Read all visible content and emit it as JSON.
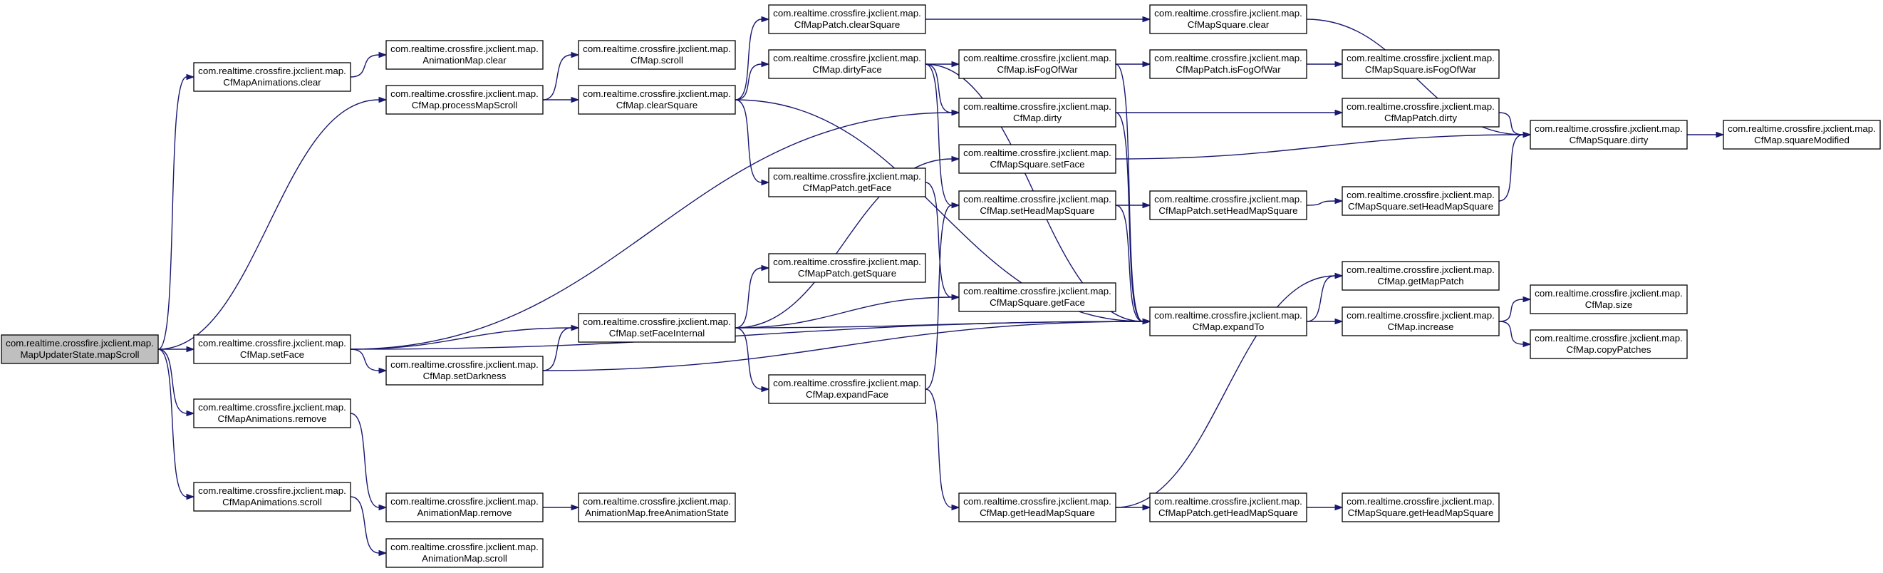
{
  "colors": {
    "node_fill": "#ffffff",
    "root_fill": "#bfbfbf",
    "node_stroke": "#000000",
    "edge": "#191970",
    "text": "#000000"
  },
  "nodes": [
    {
      "id": "root",
      "line1": "com.realtime.crossfire.jxclient.map.",
      "line2": "MapUpdaterState.mapScroll",
      "root": true
    },
    {
      "id": "anim_clear",
      "line1": "com.realtime.crossfire.jxclient.map.",
      "line2": "CfMapAnimations.clear"
    },
    {
      "id": "setface",
      "line1": "com.realtime.crossfire.jxclient.map.",
      "line2": "CfMap.setFace"
    },
    {
      "id": "anim_remove",
      "line1": "com.realtime.crossfire.jxclient.map.",
      "line2": "CfMapAnimations.remove"
    },
    {
      "id": "anim_scroll",
      "line1": "com.realtime.crossfire.jxclient.map.",
      "line2": "CfMapAnimations.scroll"
    },
    {
      "id": "animmap_clear",
      "line1": "com.realtime.crossfire.jxclient.map.",
      "line2": "AnimationMap.clear"
    },
    {
      "id": "process",
      "line1": "com.realtime.crossfire.jxclient.map.",
      "line2": "CfMap.processMapScroll"
    },
    {
      "id": "setdark",
      "line1": "com.realtime.crossfire.jxclient.map.",
      "line2": "CfMap.setDarkness"
    },
    {
      "id": "animmap_remove",
      "line1": "com.realtime.crossfire.jxclient.map.",
      "line2": "AnimationMap.remove"
    },
    {
      "id": "animmap_scroll",
      "line1": "com.realtime.crossfire.jxclient.map.",
      "line2": "AnimationMap.scroll"
    },
    {
      "id": "map_scroll",
      "line1": "com.realtime.crossfire.jxclient.map.",
      "line2": "CfMap.scroll"
    },
    {
      "id": "clearsq",
      "line1": "com.realtime.crossfire.jxclient.map.",
      "line2": "CfMap.clearSquare"
    },
    {
      "id": "setfaceint",
      "line1": "com.realtime.crossfire.jxclient.map.",
      "line2": "CfMap.setFaceInternal"
    },
    {
      "id": "freeanim",
      "line1": "com.realtime.crossfire.jxclient.map.",
      "line2": "AnimationMap.freeAnimationState"
    },
    {
      "id": "patch_clearsq",
      "line1": "com.realtime.crossfire.jxclient.map.",
      "line2": "CfMapPatch.clearSquare"
    },
    {
      "id": "dirtyface",
      "line1": "com.realtime.crossfire.jxclient.map.",
      "line2": "CfMap.dirtyFace"
    },
    {
      "id": "patch_getface",
      "line1": "com.realtime.crossfire.jxclient.map.",
      "line2": "CfMapPatch.getFace"
    },
    {
      "id": "patch_getsq",
      "line1": "com.realtime.crossfire.jxclient.map.",
      "line2": "CfMapPatch.getSquare"
    },
    {
      "id": "expandface",
      "line1": "com.realtime.crossfire.jxclient.map.",
      "line2": "CfMap.expandFace"
    },
    {
      "id": "isfog",
      "line1": "com.realtime.crossfire.jxclient.map.",
      "line2": "CfMap.isFogOfWar"
    },
    {
      "id": "map_dirty",
      "line1": "com.realtime.crossfire.jxclient.map.",
      "line2": "CfMap.dirty"
    },
    {
      "id": "sq_setface",
      "line1": "com.realtime.crossfire.jxclient.map.",
      "line2": "CfMapSquare.setFace"
    },
    {
      "id": "sethead",
      "line1": "com.realtime.crossfire.jxclient.map.",
      "line2": "CfMap.setHeadMapSquare"
    },
    {
      "id": "sq_getface",
      "line1": "com.realtime.crossfire.jxclient.map.",
      "line2": "CfMapSquare.getFace"
    },
    {
      "id": "gethead",
      "line1": "com.realtime.crossfire.jxclient.map.",
      "line2": "CfMap.getHeadMapSquare"
    },
    {
      "id": "sq_clear",
      "line1": "com.realtime.crossfire.jxclient.map.",
      "line2": "CfMapSquare.clear"
    },
    {
      "id": "patch_isfog",
      "line1": "com.realtime.crossfire.jxclient.map.",
      "line2": "CfMapPatch.isFogOfWar"
    },
    {
      "id": "patch_sethead",
      "line1": "com.realtime.crossfire.jxclient.map.",
      "line2": "CfMapPatch.setHeadMapSquare"
    },
    {
      "id": "expandto",
      "line1": "com.realtime.crossfire.jxclient.map.",
      "line2": "CfMap.expandTo"
    },
    {
      "id": "patch_gethead",
      "line1": "com.realtime.crossfire.jxclient.map.",
      "line2": "CfMapPatch.getHeadMapSquare"
    },
    {
      "id": "sq_isfog",
      "line1": "com.realtime.crossfire.jxclient.map.",
      "line2": "CfMapSquare.isFogOfWar"
    },
    {
      "id": "patch_dirty",
      "line1": "com.realtime.crossfire.jxclient.map.",
      "line2": "CfMapPatch.dirty"
    },
    {
      "id": "sq_sethead",
      "line1": "com.realtime.crossfire.jxclient.map.",
      "line2": "CfMapSquare.setHeadMapSquare"
    },
    {
      "id": "getpatch",
      "line1": "com.realtime.crossfire.jxclient.map.",
      "line2": "CfMap.getMapPatch"
    },
    {
      "id": "increase",
      "line1": "com.realtime.crossfire.jxclient.map.",
      "line2": "CfMap.increase"
    },
    {
      "id": "sq_gethead",
      "line1": "com.realtime.crossfire.jxclient.map.",
      "line2": "CfMapSquare.getHeadMapSquare"
    },
    {
      "id": "sq_dirty",
      "line1": "com.realtime.crossfire.jxclient.map.",
      "line2": "CfMapSquare.dirty"
    },
    {
      "id": "size",
      "line1": "com.realtime.crossfire.jxclient.map.",
      "line2": "CfMap.size"
    },
    {
      "id": "copypatches",
      "line1": "com.realtime.crossfire.jxclient.map.",
      "line2": "CfMap.copyPatches"
    },
    {
      "id": "sqmod",
      "line1": "com.realtime.crossfire.jxclient.map.",
      "line2": "CfMap.squareModified"
    }
  ],
  "edges": [
    {
      "from": "root",
      "to": "anim_clear"
    },
    {
      "from": "root",
      "to": "process"
    },
    {
      "from": "root",
      "to": "setface"
    },
    {
      "from": "root",
      "to": "anim_remove"
    },
    {
      "from": "root",
      "to": "anim_scroll"
    },
    {
      "from": "anim_clear",
      "to": "animmap_clear"
    },
    {
      "from": "process",
      "to": "map_scroll"
    },
    {
      "from": "process",
      "to": "clearsq"
    },
    {
      "from": "setface",
      "to": "map_dirty"
    },
    {
      "from": "setface",
      "to": "setfaceint"
    },
    {
      "from": "setface",
      "to": "setdark"
    },
    {
      "from": "setface",
      "to": "expandto"
    },
    {
      "from": "setdark",
      "to": "setfaceint"
    },
    {
      "from": "setdark",
      "to": "expandto"
    },
    {
      "from": "anim_remove",
      "to": "animmap_remove"
    },
    {
      "from": "anim_scroll",
      "to": "animmap_scroll"
    },
    {
      "from": "animmap_remove",
      "to": "freeanim"
    },
    {
      "from": "clearsq",
      "to": "patch_clearsq"
    },
    {
      "from": "clearsq",
      "to": "dirtyface"
    },
    {
      "from": "clearsq",
      "to": "patch_getface"
    },
    {
      "from": "clearsq",
      "to": "expandto"
    },
    {
      "from": "setfaceint",
      "to": "sq_setface"
    },
    {
      "from": "setfaceint",
      "to": "patch_getsq"
    },
    {
      "from": "setfaceint",
      "to": "sq_getface"
    },
    {
      "from": "setfaceint",
      "to": "expandto"
    },
    {
      "from": "setfaceint",
      "to": "expandface"
    },
    {
      "from": "patch_clearsq",
      "to": "sq_clear"
    },
    {
      "from": "dirtyface",
      "to": "isfog"
    },
    {
      "from": "dirtyface",
      "to": "map_dirty"
    },
    {
      "from": "dirtyface",
      "to": "sethead"
    },
    {
      "from": "dirtyface",
      "to": "expandto"
    },
    {
      "from": "patch_getface",
      "to": "sq_getface"
    },
    {
      "from": "expandface",
      "to": "sethead"
    },
    {
      "from": "expandface",
      "to": "gethead"
    },
    {
      "from": "isfog",
      "to": "patch_isfog"
    },
    {
      "from": "isfog",
      "to": "expandto"
    },
    {
      "from": "map_dirty",
      "to": "patch_dirty"
    },
    {
      "from": "map_dirty",
      "to": "expandto"
    },
    {
      "from": "sq_clear",
      "to": "sq_dirty"
    },
    {
      "from": "sq_setface",
      "to": "sq_dirty"
    },
    {
      "from": "sethead",
      "to": "patch_sethead"
    },
    {
      "from": "sethead",
      "to": "expandto"
    },
    {
      "from": "gethead",
      "to": "patch_gethead"
    },
    {
      "from": "gethead",
      "to": "getpatch"
    },
    {
      "from": "patch_isfog",
      "to": "sq_isfog"
    },
    {
      "from": "patch_dirty",
      "to": "sq_dirty"
    },
    {
      "from": "patch_sethead",
      "to": "sq_sethead"
    },
    {
      "from": "sq_sethead",
      "to": "sq_dirty"
    },
    {
      "from": "patch_gethead",
      "to": "sq_gethead"
    },
    {
      "from": "expandto",
      "to": "getpatch"
    },
    {
      "from": "expandto",
      "to": "increase"
    },
    {
      "from": "sq_dirty",
      "to": "sqmod"
    },
    {
      "from": "increase",
      "to": "size"
    },
    {
      "from": "increase",
      "to": "copypatches"
    }
  ]
}
